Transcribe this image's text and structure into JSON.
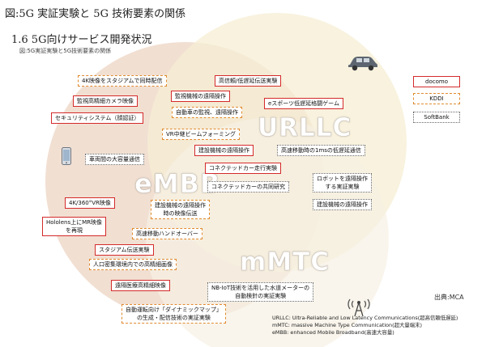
{
  "header": {
    "page_title": "図:5G 実証実験と 5G 技術要素の関係",
    "section_title": "1.6 5G向けサービス開発状況",
    "caption": "図:5G実証実験と5G技術要素の関係"
  },
  "labels": {
    "urllc": "URLLC",
    "embb": "eMBB",
    "mmtc": "mMTC"
  },
  "colors": {
    "embb_circle": "#f0dccd",
    "urllc_circle": "#f6eed3",
    "mmtc_circle": "#f6f0e2",
    "docomo": "#d42a2a",
    "kddi": "#e08a2e",
    "softbank": "#666666"
  },
  "legend": {
    "docomo": "docomo",
    "kddi": "KDDI",
    "softbank": "SoftBank"
  },
  "items": [
    {
      "text": "4K映像をスタジアムで同時配信",
      "carrier": "kddi"
    },
    {
      "text": "高信頼/低遅延伝送実験",
      "carrier": "docomo"
    },
    {
      "text": "監視機械の遠隔操作",
      "carrier": "docomo"
    },
    {
      "text": "監視高精細カメラ映像",
      "carrier": "docomo"
    },
    {
      "text": "eスポーツ低遅延格闘ゲーム",
      "carrier": "docomo"
    },
    {
      "text": "自動車の監視、遠隔操作",
      "carrier": "kddi"
    },
    {
      "text": "セキュリティシステム（顔認証）",
      "carrier": "docomo"
    },
    {
      "text": "VR中継ビームフォーミング",
      "carrier": "kddi"
    },
    {
      "text": "建設機械の遠隔操作",
      "carrier": "docomo"
    },
    {
      "text": "高速移動時の1msの低遅延通信",
      "carrier": "softbank"
    },
    {
      "text": "車両間の大容量通信",
      "carrier": "softbank"
    },
    {
      "text": "コネクテッドカー走行実験",
      "carrier": "docomo"
    },
    {
      "text": "ロボットを遠隔操作",
      "carrier": "softbank",
      "line2": "する実証実験"
    },
    {
      "text": "コネクテッドカーの共同研究",
      "carrier": "softbank"
    },
    {
      "text": "4K/360°VR映像",
      "carrier": "docomo"
    },
    {
      "text": "建設機械の遠隔操作",
      "carrier": "kddi",
      "line2": "時の映像伝送"
    },
    {
      "text": "建設機械の遠隔操作",
      "carrier": "softbank"
    },
    {
      "text": "Hololens上にMR映像",
      "carrier": "docomo",
      "line2": "を再現"
    },
    {
      "text": "高速移動ハンドオーバー",
      "carrier": "kddi"
    },
    {
      "text": "スタジアム伝送実験",
      "carrier": "docomo"
    },
    {
      "text": "人口密集環境内での高精細画像",
      "carrier": "kddi"
    },
    {
      "text": "遠隔医療高精細映像",
      "carrier": "docomo"
    },
    {
      "text": "NB-IoT技術を活用した水道メーターの",
      "carrier": "softbank",
      "line2": "自動検針の実証実験"
    },
    {
      "text": "自動運転向け「ダイナミックマップ」",
      "carrier": "kddi",
      "line2": "の生成・配信技術の実証実験"
    }
  ],
  "source": "出典:MCA",
  "footnotes": [
    "URLLC: Ultra-Reliable and Low Latency Communications(超高信頼低遅延)",
    "mMTC: massive Machine Type Communication(超大量端末)",
    "eMBB: enhanced Mobile Broadband(高速大容量)"
  ],
  "icons": {
    "car": "car-icon",
    "phone": "smartphone-icon",
    "tower": "antenna-tower-icon"
  }
}
